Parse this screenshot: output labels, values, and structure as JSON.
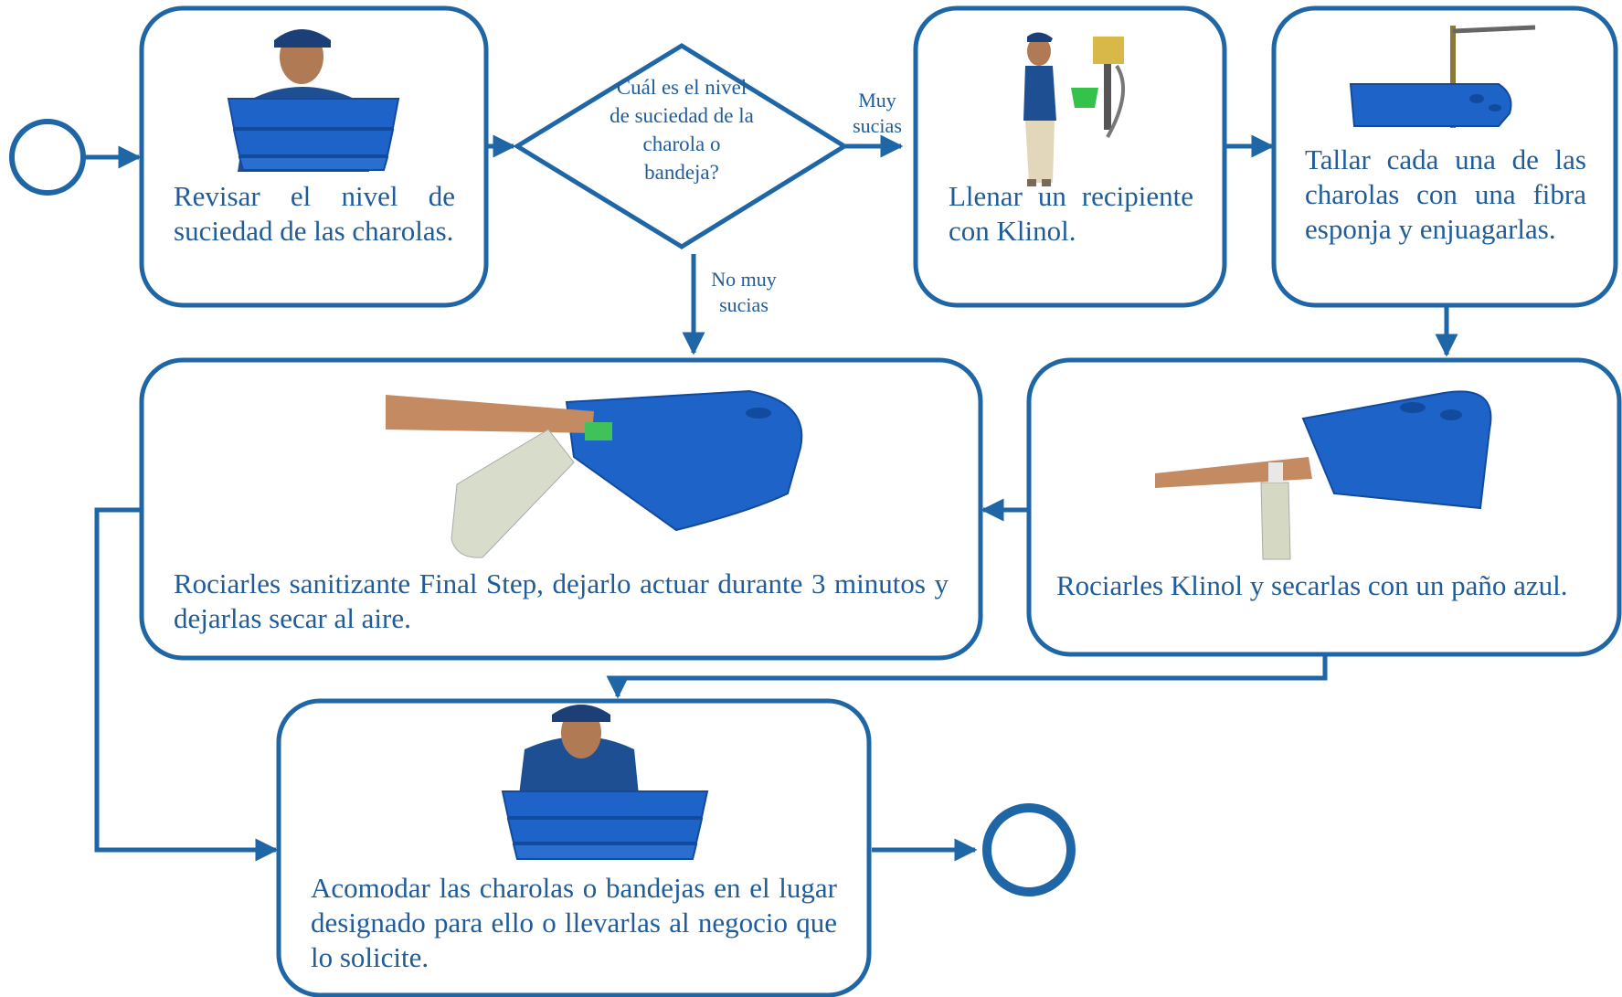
{
  "colors": {
    "stroke": "#1f66a6",
    "text": "#1f5c99",
    "tray": "#1e63c8",
    "tray_dark": "#124a9e"
  },
  "nodes": {
    "review": {
      "text": "Revisar el nivel de suciedad de las charolas."
    },
    "decision": {
      "text": "Cuál es el nivel de suciedad de la charola o bandeja?"
    },
    "fill": {
      "text": "Llenar un recipiente con Klinol."
    },
    "scrub": {
      "text": "Tallar cada una de las charolas con una fibra esponja y enjuagarlas."
    },
    "spray_klinol": {
      "text": "Rociarles Klinol y secarlas con un paño azul."
    },
    "spray_sanitize": {
      "text": "Rociarles sanitizante Final Step, dejarlo actuar  durante 3 minutos y dejarlas secar al aire."
    },
    "arrange": {
      "text": "Acomodar las charolas o bandejas en el lugar designado para ello o llevarlas al negocio que lo solicite."
    }
  },
  "edges": {
    "very_dirty": {
      "label": "Muy sucias"
    },
    "not_very_dirty": {
      "label": "No muy sucias"
    }
  },
  "images": {
    "worker_with_trays": "worker-carrying-trays",
    "worker_at_dispenser": "worker-filling-container",
    "faucet_tray": "tray-under-faucet",
    "spray_hand": "hand-spraying-tray"
  }
}
